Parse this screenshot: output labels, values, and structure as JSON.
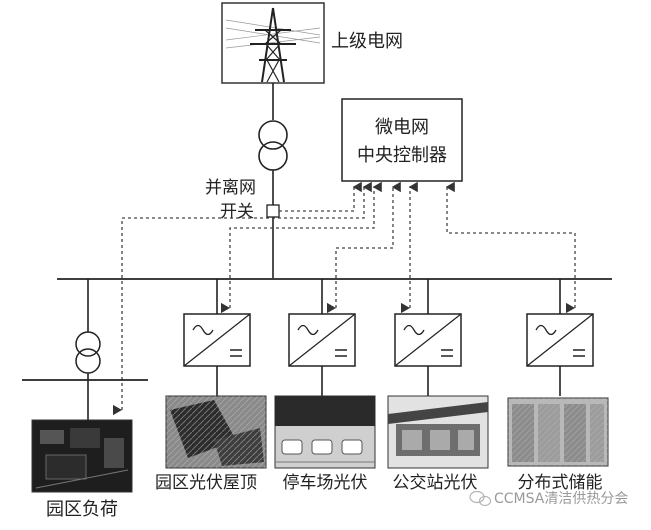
{
  "diagram": {
    "grid_label": "上级电网",
    "controller": {
      "line1": "微电网",
      "line2": "中央控制器"
    },
    "switch": {
      "line1": "并离网",
      "line2": "开关"
    },
    "loads": [
      {
        "key": "park-load",
        "label": "园区负荷"
      },
      {
        "key": "rooftop-pv",
        "label": "园区光伏屋顶"
      },
      {
        "key": "parking-pv",
        "label": "停车场光伏"
      },
      {
        "key": "bus-station-pv",
        "label": "公交站光伏"
      },
      {
        "key": "distributed-storage",
        "label": "分布式储能"
      }
    ],
    "watermark": "CCMSA清洁供热分会"
  },
  "colors": {
    "line": "#222222",
    "dashed": "#444444",
    "background": "#ffffff"
  }
}
